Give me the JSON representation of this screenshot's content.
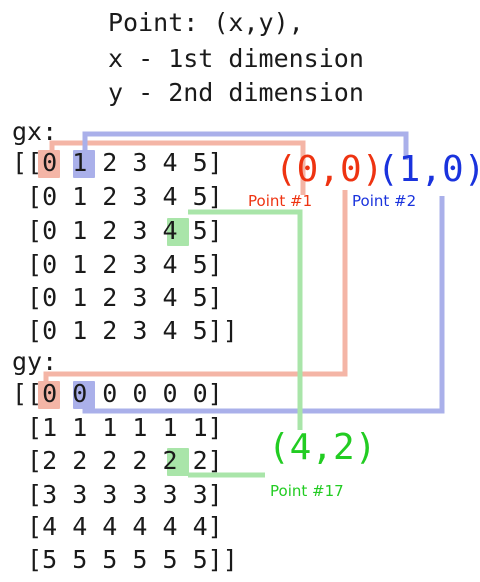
{
  "header": {
    "line1": "Point: (x,y),",
    "line2": "x - 1st dimension",
    "line3": "y - 2nd dimension"
  },
  "gx": {
    "label": "gx:",
    "rows": [
      "[[0 1 2 3 4 5]",
      " [0 1 2 3 4 5]",
      " [0 1 2 3 4 5]",
      " [0 1 2 3 4 5]",
      " [0 1 2 3 4 5]",
      " [0 1 2 3 4 5]]"
    ]
  },
  "gy": {
    "label": "gy:",
    "rows": [
      "[[0 0 0 0 0 0]",
      " [1 1 1 1 1 1]",
      " [2 2 2 2 2 2]",
      " [3 3 3 3 3 3]",
      " [4 4 4 4 4 4]",
      " [5 5 5 5 5 5]]"
    ]
  },
  "points": [
    {
      "coord": "(0,0)",
      "label": "Point #1",
      "color": "#ee3311",
      "highlight": "#f4b5a6",
      "row": 0,
      "col": 0
    },
    {
      "coord": "(1,0)",
      "label": "Point #2",
      "color": "#1a33dd",
      "highlight": "#aab0ea",
      "row": 0,
      "col": 1
    },
    {
      "coord": "(4,2)",
      "label": "Point #17",
      "color": "#22cc22",
      "highlight": "#a9e5a9",
      "row": 2,
      "col": 4
    }
  ],
  "colors": {
    "text": "#1a1a1a",
    "red_line": "#f4b5a6",
    "blue_line": "#aab0ea",
    "green_line": "#a9e5a9"
  }
}
